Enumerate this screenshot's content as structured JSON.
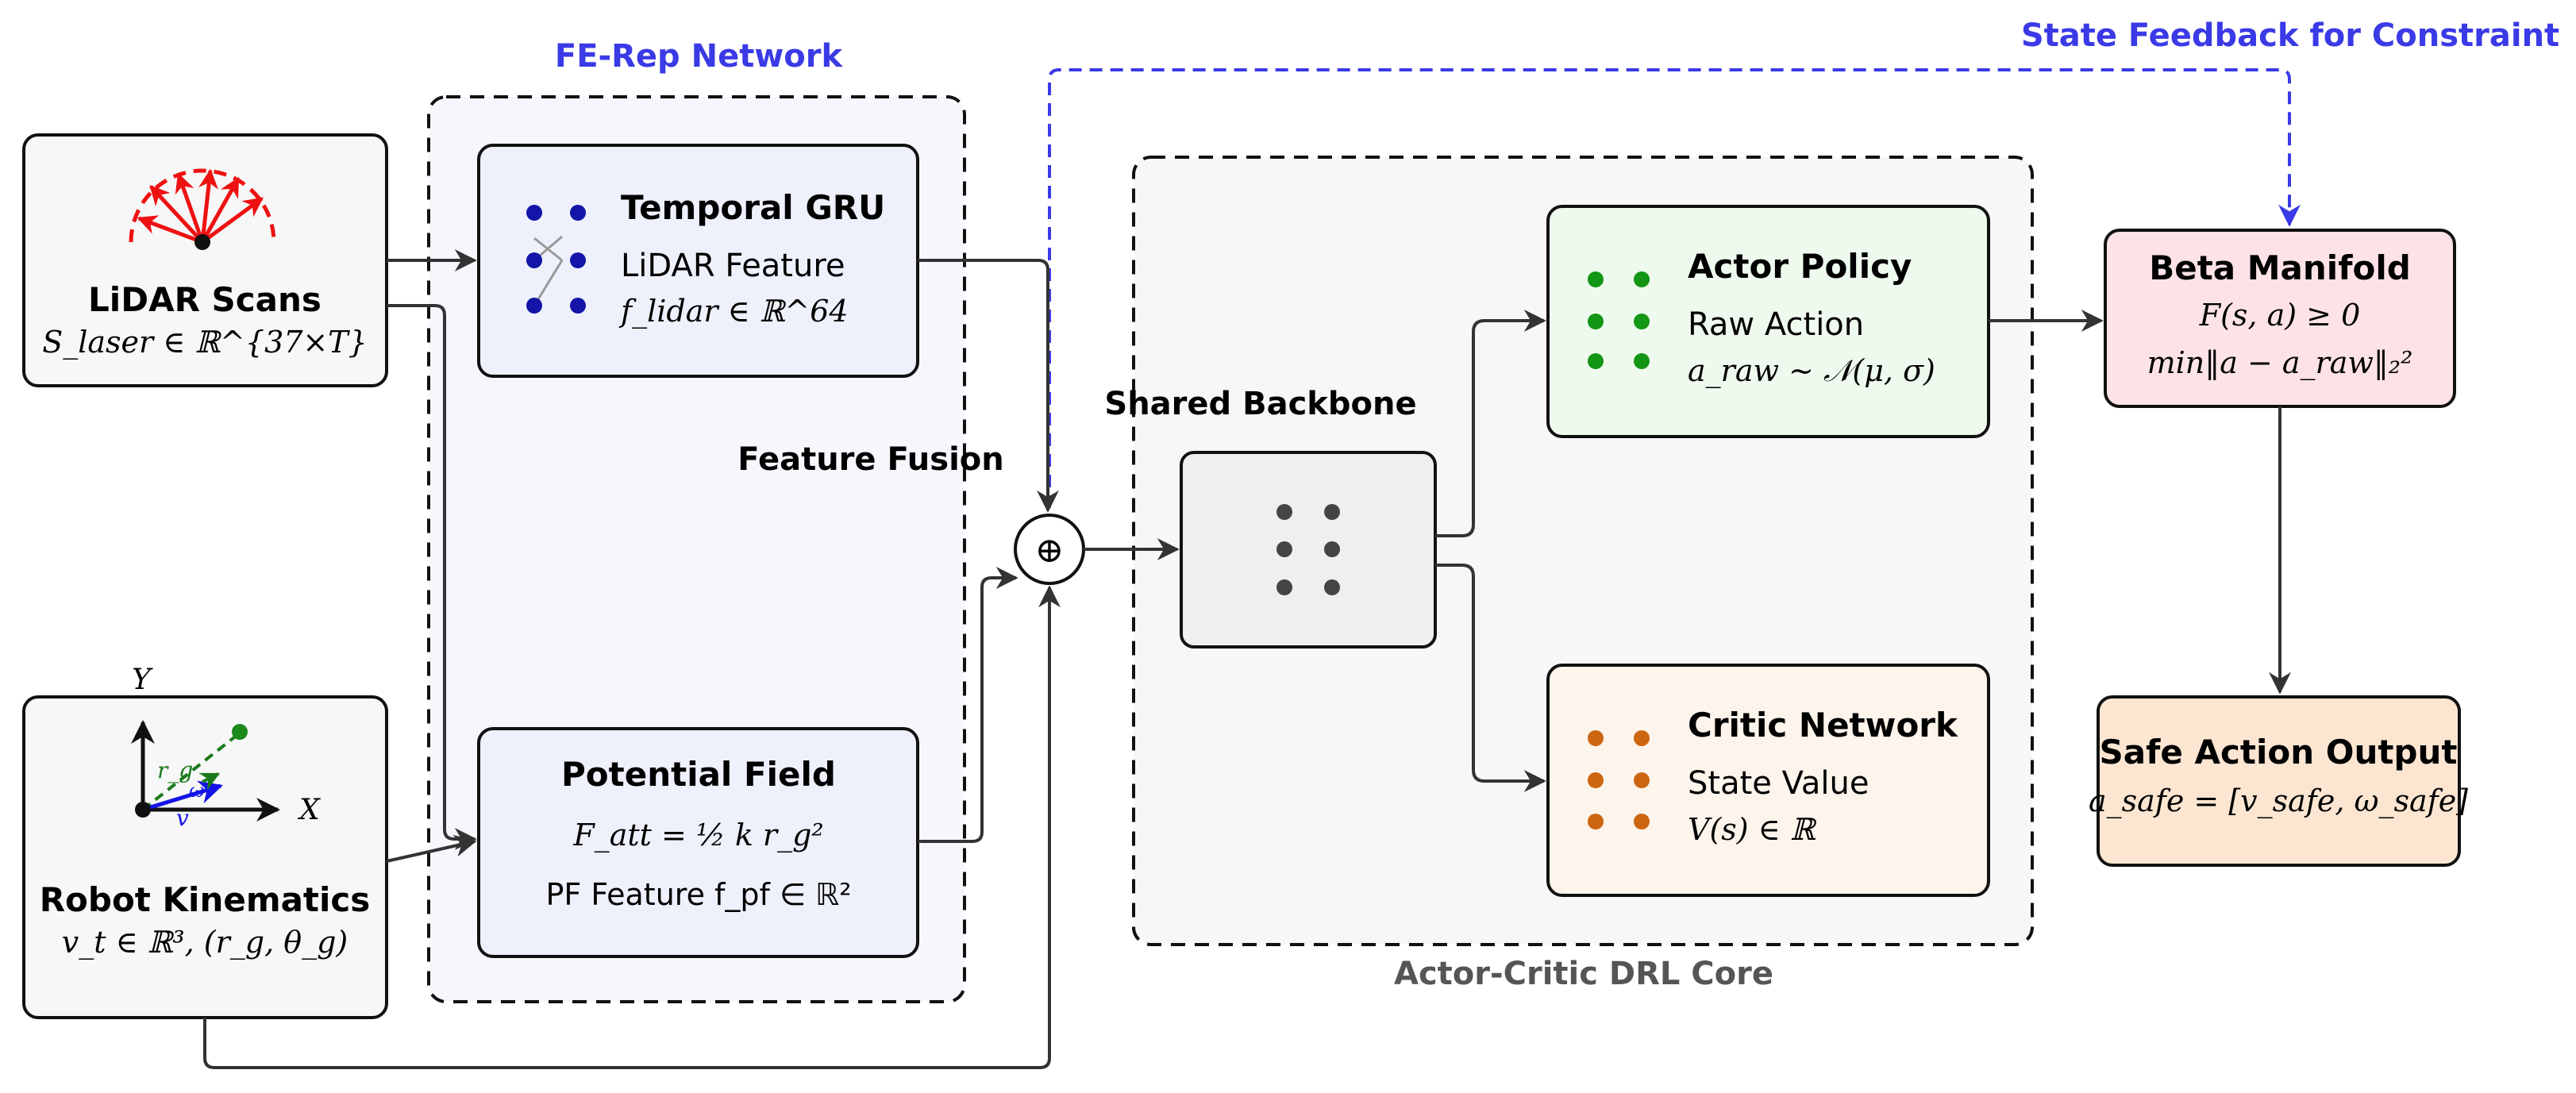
{
  "labels": {
    "fe_rep_title": "FE-Rep Network",
    "feature_fusion": "Feature Fusion",
    "shared_backbone": "Shared Backbone",
    "drl_core": "Actor-Critic DRL Core",
    "state_feedback": "State Feedback for Constraint",
    "fusion_symbol": "⊕"
  },
  "lidar": {
    "title": "LiDAR Scans",
    "formula": "S_laser ∈ ℝ^{37×T}"
  },
  "robot": {
    "title": "Robot Kinematics",
    "formula": "v_t ∈ ℝ³,  (r_g, θ_g)",
    "axis_y": "Y",
    "axis_x": "X",
    "r_label": "r_g",
    "v_label": "v",
    "w_label": "ω"
  },
  "gru": {
    "title": "Temporal GRU",
    "subtitle": "LiDAR Feature",
    "formula": "f_lidar ∈ ℝ^64"
  },
  "pf": {
    "title": "Potential Field",
    "formula1": "F_att = ½ k r_g²",
    "formula2": "PF Feature f_pf ∈ ℝ²"
  },
  "actor": {
    "title": "Actor Policy",
    "subtitle": "Raw Action",
    "formula": "a_raw ∼ 𝒩(μ, σ)"
  },
  "critic": {
    "title": "Critic Network",
    "subtitle": "State Value",
    "formula": "V(s) ∈ ℝ"
  },
  "beta": {
    "title": "Beta Manifold",
    "formula1": "F(s, a) ≥ 0",
    "formula2": "min‖a − a_raw‖₂²"
  },
  "safe": {
    "title": "Safe Action Output",
    "formula": "a_safe = [v_safe, ω_safe]"
  },
  "colors": {
    "feedback_blue": "#3a3ae6",
    "gru_fill": "#eef0fb",
    "actor_fill": "#eefaee",
    "critic_fill": "#fdf4ec",
    "beta_fill": "#fde3e6",
    "safe_fill": "#fce6d2",
    "lidar_red": "#ee1111"
  }
}
